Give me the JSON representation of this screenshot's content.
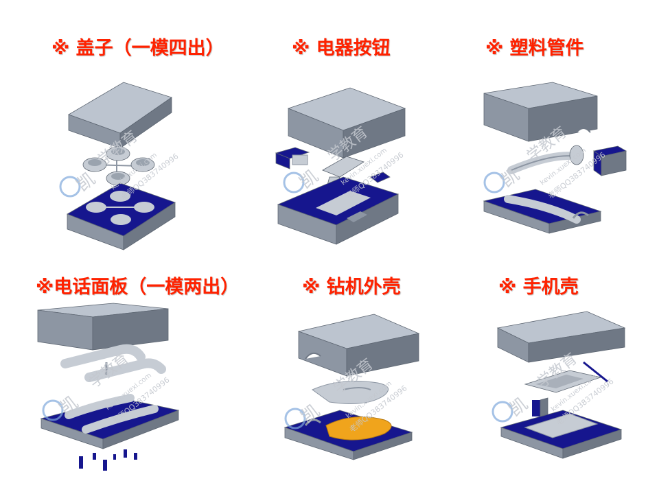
{
  "slide": {
    "title_color": "#ff2200",
    "items": [
      {
        "title": "※ 盖子（一模四出）"
      },
      {
        "title": "※ 电器按钮"
      },
      {
        "title": "※ 塑料管件"
      },
      {
        "title": "※电话面板（一模两出）"
      },
      {
        "title": "※ 钻机外壳"
      },
      {
        "title": "※ 手机壳"
      }
    ]
  },
  "colors": {
    "plate_top": "#bcc4cf",
    "plate_front": "#8d96a3",
    "plate_side": "#6f7885",
    "mold_blue": "#16168e",
    "part_gray": "#c6ccd4",
    "part_orange": "#f0a41c",
    "watermark": "#c4c8cf",
    "logo_blue": "#7fa8dc"
  },
  "watermark": {
    "text_a": "凯",
    "text_b": "学教育",
    "url": "kevin.xuexi.com",
    "contact": "老师QQ383740996"
  }
}
